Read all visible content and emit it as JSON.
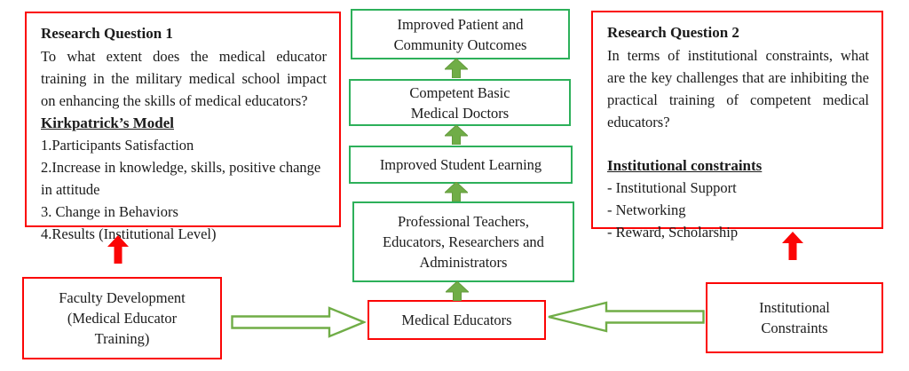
{
  "rq1": {
    "title": "Research Question 1",
    "question": "To what extent does the medical educator training in the military medical school impact on enhancing the skills of medical educators?",
    "model_heading": "Kirkpatrick’s Model",
    "items": [
      "1.Participants Satisfaction",
      "2.Increase in knowledge, skills, positive change in attitude",
      "3. Change in Behaviors",
      "4.Results (Institutional Level)"
    ]
  },
  "rq2": {
    "title": "Research Question 2",
    "question": "In terms of institutional constraints, what are the key challenges that are inhibiting the practical training of competent medical educators?",
    "constraints_heading": "Institutional constraints",
    "items": [
      "- Institutional Support",
      "- Networking",
      "- Reward, Scholarship"
    ]
  },
  "pipeline": {
    "outcomes": "Improved Patient and\nCommunity Outcomes",
    "doctors": "Competent Basic\nMedical Doctors",
    "learning": "Improved Student Learning",
    "professionals": "Professional Teachers,\nEducators, Researchers and\nAdministrators",
    "educators": "Medical Educators"
  },
  "inputs": {
    "faculty": "Faculty Development\n(Medical Educator\nTraining)",
    "institutional": "Institutional\nConstraints"
  },
  "icons": {
    "green_up_arrow": "solid green upward block arrow",
    "red_up_arrow": "solid red upward block arrow",
    "right_block_arrow": "hollow green rightward block arrow",
    "left_block_arrow": "hollow green leftward block arrow"
  },
  "colors": {
    "red_border": "#fb0505",
    "green_border": "#2db05a",
    "arrow_green": "#70ad47",
    "text": "#1b1b1b"
  }
}
